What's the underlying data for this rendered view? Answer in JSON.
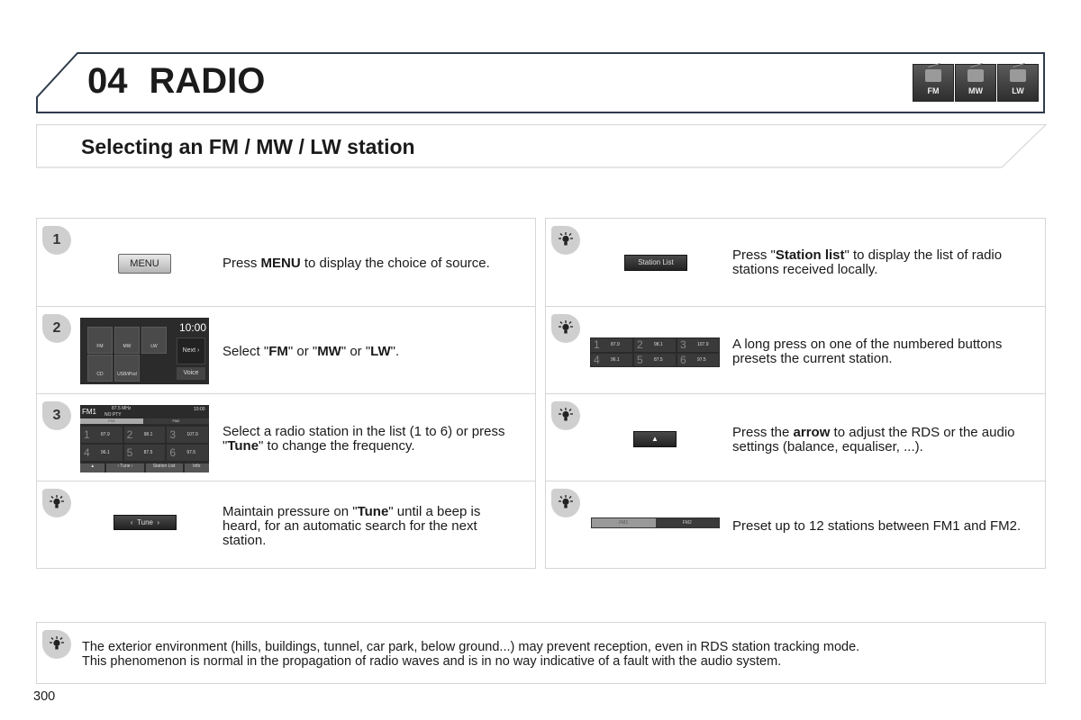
{
  "header": {
    "chapter": "04",
    "title": "RADIO",
    "bands": [
      "FM",
      "MW",
      "LW"
    ]
  },
  "section_title": "Selecting an FM / MW / LW station",
  "left_steps": [
    {
      "badge": "1",
      "button": "MENU",
      "text": [
        {
          "t": "Press "
        },
        {
          "t": "MENU",
          "b": true
        },
        {
          "t": " to display the choice of source."
        }
      ]
    },
    {
      "badge": "2",
      "screen": {
        "time": "10:00",
        "tiles": [
          "FM",
          "MW",
          "LW",
          "CD",
          "USB/iPod"
        ],
        "next": "Next",
        "voice": "Voice"
      },
      "text": [
        {
          "t": "Select \""
        },
        {
          "t": "FM",
          "b": true
        },
        {
          "t": "\" or \""
        },
        {
          "t": "MW",
          "b": true
        },
        {
          "t": "\" or \""
        },
        {
          "t": "LW",
          "b": true
        },
        {
          "t": "\"."
        }
      ]
    },
    {
      "badge": "3",
      "screen": {
        "band": "FM1",
        "freq": "87.5 MHz",
        "rds": "NO PTY",
        "time": "10:00",
        "tabs": [
          "FM1",
          "FM2"
        ],
        "softkeys": [
          "▲",
          "‹  Tune  ›",
          "Station List",
          "Info"
        ]
      },
      "text": [
        {
          "t": "Select a radio station in the list (1 to 6) or press \""
        },
        {
          "t": "Tune",
          "b": true
        },
        {
          "t": "\" to change the frequency."
        }
      ]
    },
    {
      "badge": "tip",
      "button": "Tune",
      "text": [
        {
          "t": "Maintain pressure on \""
        },
        {
          "t": "Tune",
          "b": true
        },
        {
          "t": "\" until a beep is heard, for an automatic search for the next station."
        }
      ]
    }
  ],
  "presets": [
    {
      "n": "1",
      "f": "87.9"
    },
    {
      "n": "2",
      "f": "98.1"
    },
    {
      "n": "3",
      "f": "107.9"
    },
    {
      "n": "4",
      "f": "96.1"
    },
    {
      "n": "5",
      "f": "87.5"
    },
    {
      "n": "6",
      "f": "97.5"
    }
  ],
  "right_steps": [
    {
      "button": "Station List",
      "text": [
        {
          "t": "Press \""
        },
        {
          "t": "Station list",
          "b": true
        },
        {
          "t": "\" to display the list of radio stations received locally."
        }
      ]
    },
    {
      "text": [
        {
          "t": "A long press on one of the numbered buttons presets the current station."
        }
      ]
    },
    {
      "button": "▲",
      "text": [
        {
          "t": "Press the "
        },
        {
          "t": "arrow",
          "b": true
        },
        {
          "t": " to adjust the RDS or the audio settings (balance, equaliser, ...)."
        }
      ]
    },
    {
      "tabs": [
        "FM1",
        "FM2"
      ],
      "text": [
        {
          "t": "Preset up to 12 stations between FM1 and FM2."
        }
      ]
    }
  ],
  "note": {
    "lines": [
      "The exterior environment (hills, buildings, tunnel, car park, below ground...) may prevent reception, even in RDS station tracking mode.",
      "This phenomenon is normal in the propagation of radio waves and is in no way indicative of a fault with the audio system."
    ]
  },
  "page_number": "300"
}
